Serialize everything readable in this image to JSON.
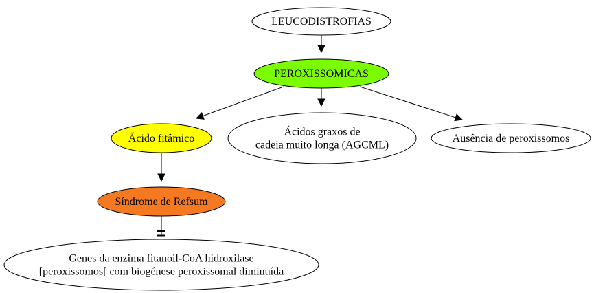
{
  "diagram": {
    "nodes": {
      "leucodistrofias": {
        "lines": [
          "LEUCODISTROFIAS"
        ],
        "fill": "#ffffff"
      },
      "peroxissomicas": {
        "lines": [
          "PEROXISSOMICAS"
        ],
        "fill": "#7cfc00"
      },
      "acido_fitamico": {
        "lines": [
          "Ácido fitâmico"
        ],
        "fill": "#ffff00"
      },
      "acidos_graxos": {
        "lines": [
          "Ácidos graxos de",
          "cadeia muito longa (AGCML)"
        ],
        "fill": "#ffffff"
      },
      "ausencia": {
        "lines": [
          "Ausência de peroxissomos"
        ],
        "fill": "#ffffff"
      },
      "refsum": {
        "lines": [
          "Síndrome de Refsum"
        ],
        "fill": "#f47920"
      },
      "genes": {
        "lines": [
          "Genes da enzima fitanoil-CoA hidroxilase",
          "[peroxissomos[ com biogénese peroxissomal diminuída"
        ],
        "fill": "#ffffff"
      }
    },
    "edges": [
      {
        "from": "leucodistrofias",
        "to": "peroxissomicas",
        "head": "arrow"
      },
      {
        "from": "peroxissomicas",
        "to": "acido_fitamico",
        "head": "arrow"
      },
      {
        "from": "peroxissomicas",
        "to": "acidos_graxos",
        "head": "arrow"
      },
      {
        "from": "peroxissomicas",
        "to": "ausencia",
        "head": "arrow"
      },
      {
        "from": "acido_fitamico",
        "to": "refsum",
        "head": "arrow"
      },
      {
        "from": "refsum",
        "to": "genes",
        "head": "tee"
      }
    ]
  }
}
